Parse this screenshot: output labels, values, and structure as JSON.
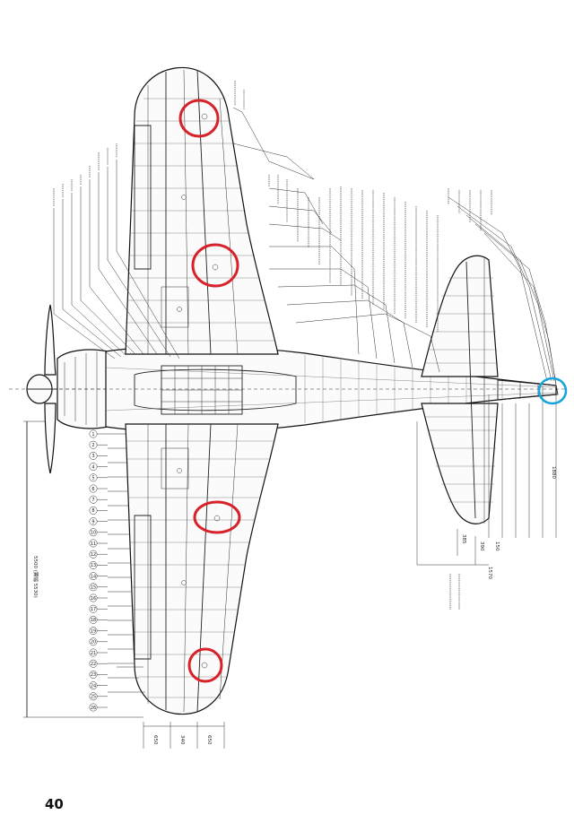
{
  "page": {
    "number": "40"
  },
  "drawing": {
    "subject": "airplane-plan-view-blueprint",
    "colors": {
      "line": "#1a1a1a",
      "highlight_red": "#d8222a",
      "highlight_blue": "#1aa3d9",
      "paper": "#ffffff"
    },
    "station_bubbles": [
      "1",
      "2",
      "3",
      "4",
      "5",
      "6",
      "7",
      "8",
      "9",
      "10",
      "11",
      "12",
      "13",
      "14",
      "15",
      "16",
      "17",
      "18",
      "19",
      "20",
      "21",
      "22",
      "23",
      "24",
      "25",
      "26"
    ],
    "dimensions": {
      "span_label": "5500 (翼幅 5530)",
      "dim_1570": "1570",
      "dim_385": "385",
      "dim_390": "390",
      "dim_150": "150",
      "dim_1880": "1880",
      "root_dims": [
        "650",
        "340",
        "650"
      ]
    }
  }
}
